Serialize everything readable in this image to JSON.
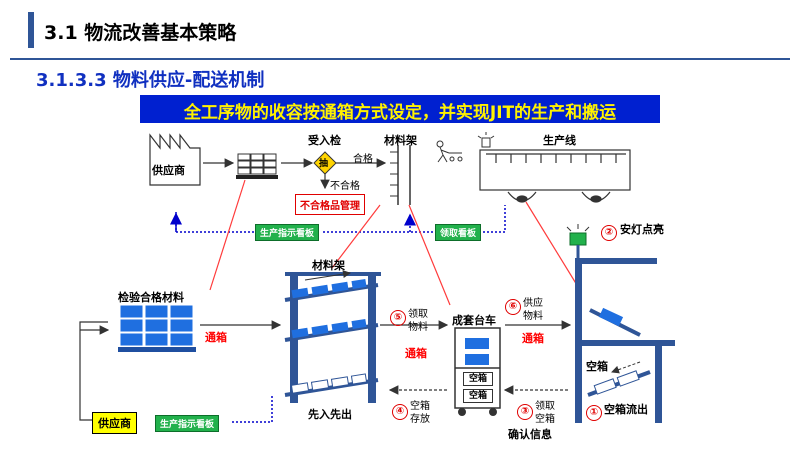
{
  "header": {
    "page_title": "3.1 物流改善基本策略",
    "section_title": "3.1.3.3 物料供应-配送机制",
    "banner": "全工序物的收容按通箱方式设定，并实现JIT的生产和搬运"
  },
  "top_flow": {
    "supplier": "供应商",
    "inspection": "受入检",
    "inspection_mark": "抽",
    "pass": "合格",
    "fail": "不合格",
    "ng_management": "不合格品管理",
    "material_rack": "材料架",
    "production_line": "生产线",
    "production_kanban": "生产指示看板",
    "pickup_kanban": "领取看板"
  },
  "bottom_flow": {
    "inspected_material": "检验合格材料",
    "turnover_box_1": "通箱",
    "material_rack": "材料架",
    "fifo": "先入先出",
    "step5": "⑤",
    "step5_label_1": "领取",
    "step5_label_2": "物料",
    "turnover_box_2": "通箱",
    "cart": "成套台车",
    "empty_box_a": "空箱",
    "empty_box_b": "空箱",
    "step6": "⑥",
    "step6_label_1": "供应",
    "step6_label_2": "物料",
    "turnover_box_3": "通箱",
    "step2": "②",
    "step2_label": "安灯点亮",
    "empty_box_station": "空箱",
    "step1": "①",
    "step1_label": "空箱流出",
    "step3": "③",
    "step3_label_1": "领取",
    "step3_label_2": "空箱",
    "step3_label_3": "确认信息",
    "step4": "④",
    "step4_label_1": "空箱",
    "step4_label_2": "存放",
    "supplier": "供应商",
    "production_kanban": "生产指示看板"
  },
  "colors": {
    "primary_blue": "#2f5597",
    "box_blue": "#1f6fe0",
    "banner_blue": "#0020d0",
    "banner_text": "#fff200",
    "kanban_green": "#22b14c",
    "accent_red": "#ff0000",
    "dotted_blue": "#0000cc"
  }
}
